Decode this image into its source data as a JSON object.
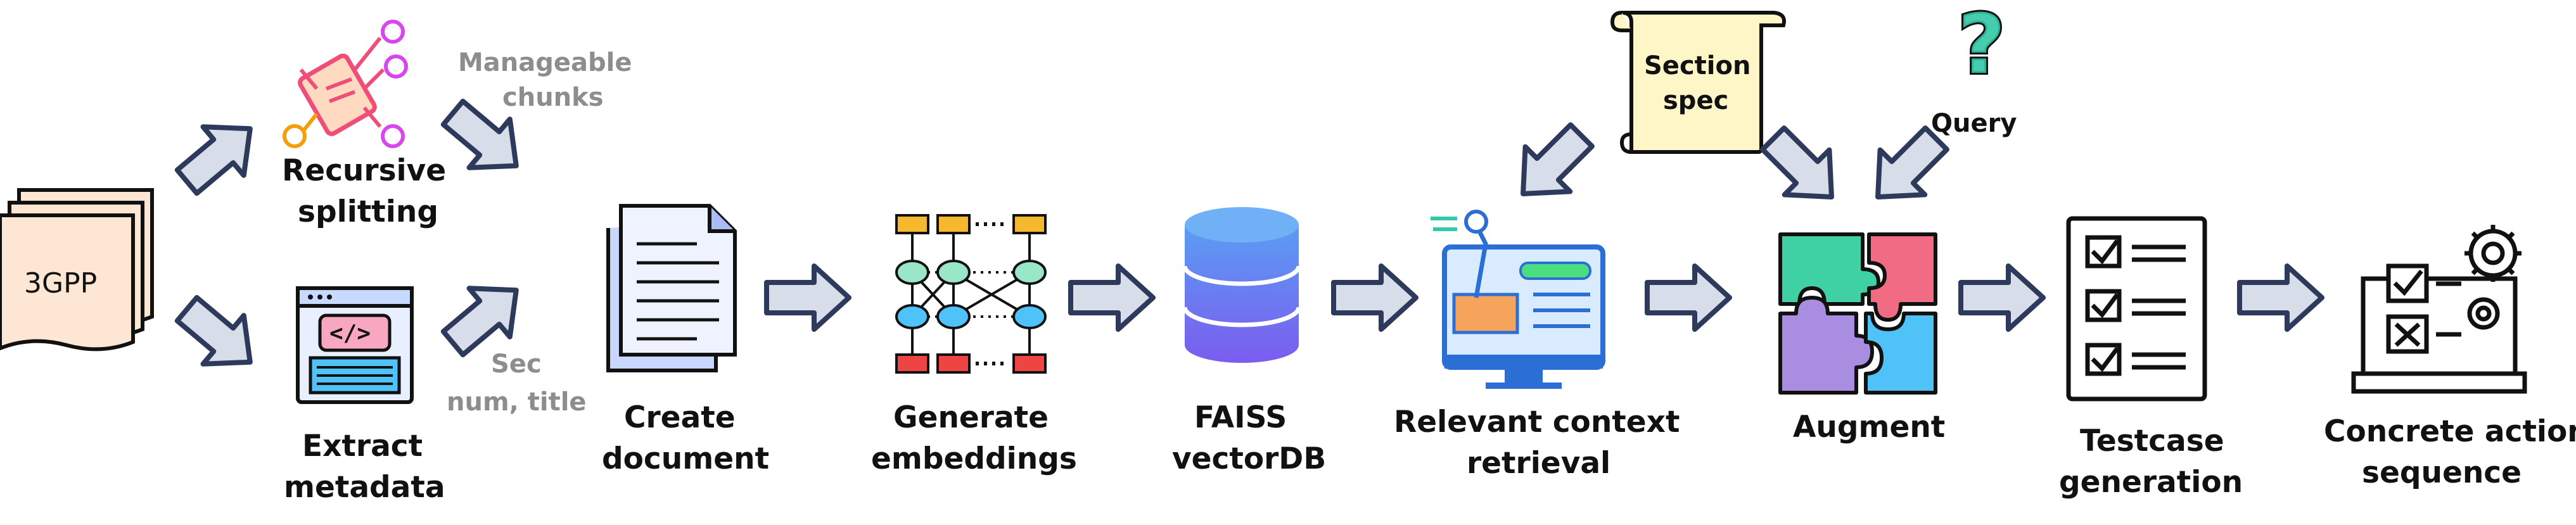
{
  "nodes": {
    "source": "3GPP",
    "recursive_splitting": [
      "Recursive",
      "splitting"
    ],
    "extract_metadata": [
      "Extract",
      "metadata"
    ],
    "create_document": [
      "Create",
      "document"
    ],
    "generate_embeddings": [
      "Generate",
      "embeddings"
    ],
    "vector_db": [
      "FAISS",
      "vectorDB"
    ],
    "retrieval": [
      "Relevant context",
      "retrieval"
    ],
    "augment": "Augment",
    "testcase_generation": [
      "Testcase",
      "generation"
    ],
    "action_sequence": [
      "Concrete action",
      "sequence"
    ]
  },
  "edge_labels": {
    "chunks": [
      "Manageable",
      "chunks"
    ],
    "metadata": [
      "Sec",
      "num, title"
    ]
  },
  "inputs": {
    "section_spec": [
      "Section",
      "spec"
    ],
    "query": "Query",
    "query_glyph": "?"
  },
  "colors": {
    "arrow_fill": "#d7deea",
    "arrow_stroke": "#2d3a5c",
    "outline": "#111111",
    "paper": "#fde6d3",
    "scroll": "#fff6c8",
    "grey_text": "#8d8d8d",
    "db_top": "#5b8def",
    "db_bottom": "#7b5cf0",
    "puzzle": [
      "#3fd1a4",
      "#f16b82",
      "#a98de0",
      "#4fc3f7"
    ],
    "monitor": "#2b6fd6",
    "question": "#33c8a8"
  },
  "icons": [
    "documents-icon",
    "split-icon",
    "code-window-icon",
    "copy-icon",
    "neural-network-icon",
    "database-icon",
    "monitor-icon",
    "scroll-icon",
    "question-icon",
    "puzzle-icon",
    "checklist-icon",
    "checklist-gear-icon"
  ]
}
